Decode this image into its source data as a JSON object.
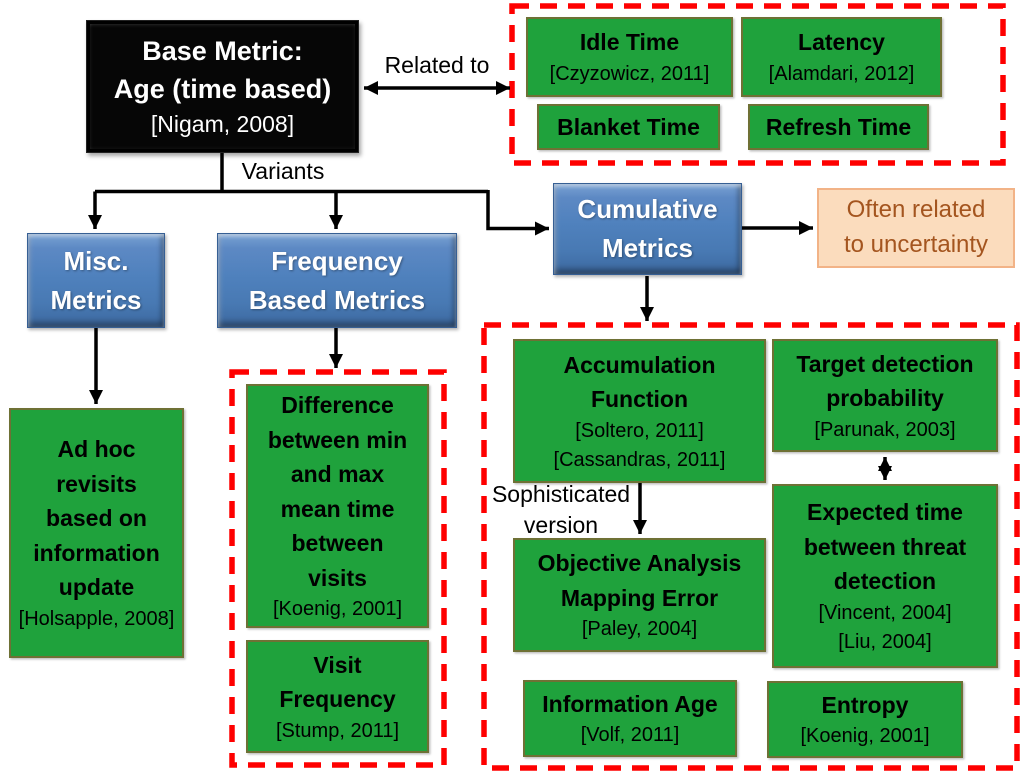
{
  "colors": {
    "metric_green_fill": "#1fa23c",
    "metric_green_border": "#6e7135",
    "category_blue_fill": "#4f81bd",
    "group_dashed_red": "#fe0000",
    "note_orange_fill": "#fbdcbd",
    "note_orange_border": "#f2b387",
    "note_orange_text": "#a4551f",
    "root_black_fill": "#000000",
    "connector_black": "#000000"
  },
  "root_box": {
    "title": "Base Metric:\nAge (time based)",
    "citation": "[Nigam, 2008]"
  },
  "labels": {
    "related_to": "Related to",
    "variants": "Variants",
    "sophisticated": "Sophisticated\nversion"
  },
  "related_metrics": {
    "idle_time": {
      "title": "Idle Time",
      "citation": "[Czyzowicz, 2011]"
    },
    "latency": {
      "title": "Latency",
      "citation": "[Alamdari, 2012]"
    },
    "blanket_time": {
      "title": "Blanket Time"
    },
    "refresh_time": {
      "title": "Refresh Time"
    }
  },
  "categories": {
    "misc": {
      "title": "Misc.\nMetrics"
    },
    "frequency": {
      "title": "Frequency\nBased Metrics"
    },
    "cumulative": {
      "title": "Cumulative\nMetrics"
    }
  },
  "uncertainty_note": {
    "text": "Often related\nto uncertainty"
  },
  "misc_metrics": {
    "ad_hoc": {
      "title": "Ad hoc\nrevisits\nbased on\ninformation\nupdate",
      "citation": "[Holsapple, 2008]"
    }
  },
  "frequency_metrics": {
    "min_max_difference": {
      "title": "Difference\nbetween min\nand max\nmean time\nbetween\nvisits",
      "citation": "[Koenig, 2001]"
    },
    "visit_frequency": {
      "title": "Visit\nFrequency",
      "citation": "[Stump, 2011]"
    }
  },
  "cumulative_metrics": {
    "accumulation_function": {
      "title": "Accumulation\nFunction",
      "citation": "[Soltero, 2011]\n[Cassandras, 2011]"
    },
    "target_detection": {
      "title": "Target detection\nprobability",
      "citation": "[Parunak, 2003]"
    },
    "objective_analysis": {
      "title": "Objective Analysis\nMapping Error",
      "citation": "[Paley, 2004]"
    },
    "expected_time": {
      "title": "Expected time\nbetween threat\ndetection",
      "citation": "[Vincent, 2004]\n[Liu, 2004]"
    },
    "information_age": {
      "title": "Information Age",
      "citation": "[Volf, 2011]"
    },
    "entropy": {
      "title": "Entropy",
      "citation": "[Koenig, 2001]"
    }
  }
}
